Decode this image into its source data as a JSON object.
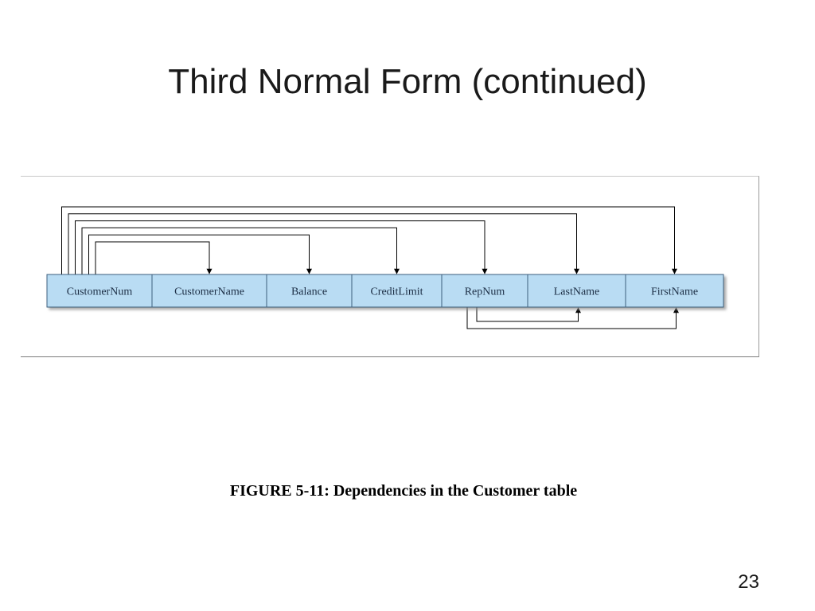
{
  "slide": {
    "title": "Third Normal Form (continued)",
    "caption": "FIGURE 5-11: Dependencies in the Customer table",
    "page_number": "23"
  },
  "diagram": {
    "attributes": [
      {
        "id": "customernum",
        "label": "CustomerNum"
      },
      {
        "id": "customername",
        "label": "CustomerName"
      },
      {
        "id": "balance",
        "label": "Balance"
      },
      {
        "id": "creditlimit",
        "label": "CreditLimit"
      },
      {
        "id": "repnum",
        "label": "RepNum"
      },
      {
        "id": "lastname",
        "label": "LastName"
      },
      {
        "id": "firstname",
        "label": "FirstName"
      }
    ],
    "dependencies": [
      {
        "from": "customernum",
        "to": "customername"
      },
      {
        "from": "customernum",
        "to": "balance"
      },
      {
        "from": "customernum",
        "to": "creditlimit"
      },
      {
        "from": "customernum",
        "to": "repnum"
      },
      {
        "from": "customernum",
        "to": "lastname"
      },
      {
        "from": "customernum",
        "to": "firstname"
      },
      {
        "from": "repnum",
        "to": "lastname"
      },
      {
        "from": "repnum",
        "to": "firstname"
      }
    ],
    "colors": {
      "box_fill": "#b9dcf3",
      "box_border": "#3d5f7d",
      "line": "#000000"
    }
  }
}
